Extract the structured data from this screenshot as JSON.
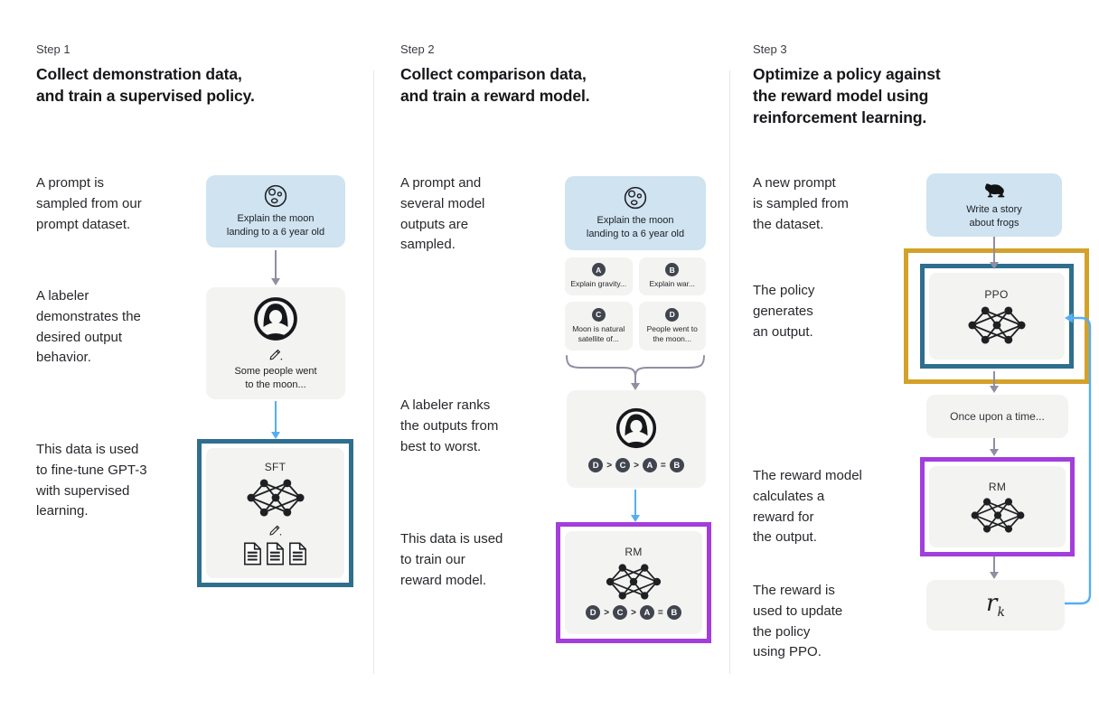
{
  "colors": {
    "prompt_box_bg": "#cfe3f1",
    "panel_bg": "#f3f3f1",
    "sft_border": "#2e6f8e",
    "rm_border": "#a33ddb",
    "ppo_outer_border": "#d4a129",
    "blue_arrow": "#55aef5",
    "gray_arrow": "#8f8fa3",
    "badge_bg": "#40454f",
    "text": "#202123"
  },
  "step1": {
    "label": "Step 1",
    "heading": "Collect demonstration data,\nand train a supervised policy.",
    "captions": {
      "prompt": "A prompt is\nsampled from our\nprompt dataset.",
      "labeler": "A labeler\ndemonstrates the\ndesired output\nbehavior.",
      "data": "This data is used\nto fine-tune GPT-3\nwith supervised\nlearning."
    },
    "prompt_box_text": "Explain the moon\nlanding to a 6 year old",
    "labeler_box_text": "Some people went\nto the moon...",
    "model_label": "SFT"
  },
  "step2": {
    "label": "Step 2",
    "heading": "Collect comparison data,\nand train a reward model.",
    "captions": {
      "prompt": "A prompt and\nseveral model\noutputs are\nsampled.",
      "rank": "A labeler ranks\nthe outputs from\nbest to worst.",
      "data": "This data is used\nto train our\nreward model."
    },
    "prompt_box_text": "Explain the moon\nlanding to a 6 year old",
    "outputs": [
      {
        "id": "A",
        "text": "Explain gravity..."
      },
      {
        "id": "B",
        "text": "Explain war..."
      },
      {
        "id": "C",
        "text": "Moon is natural\nsatellite of..."
      },
      {
        "id": "D",
        "text": "People went to\nthe moon..."
      }
    ],
    "ranking": {
      "r0": "D",
      "s0": ">",
      "r1": "C",
      "s1": ">",
      "r2": "A",
      "s2": "=",
      "r3": "B"
    },
    "model_label": "RM"
  },
  "step3": {
    "label": "Step 3",
    "heading": "Optimize a policy against\nthe reward model using\nreinforcement learning.",
    "captions": {
      "prompt": "A new prompt\nis sampled from\nthe dataset.",
      "policy": "The policy\ngenerates\nan output.",
      "reward": "The reward model\ncalculates a\nreward for\nthe output.",
      "update": "The reward is\nused to update\nthe policy\nusing PPO."
    },
    "prompt_box_text": "Write a story\nabout frogs",
    "policy_label": "PPO",
    "output_box_text": "Once upon a time...",
    "reward_model_label": "RM",
    "reward_symbol": "r",
    "reward_subscript": "k"
  }
}
